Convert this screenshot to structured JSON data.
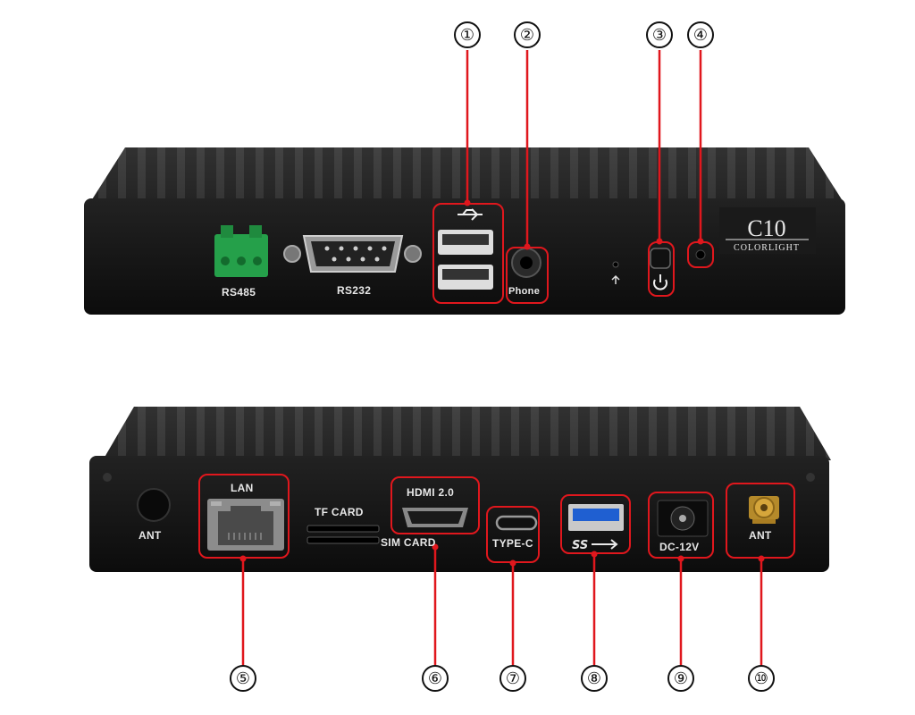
{
  "brand": {
    "model": "C10",
    "name": "COLORLIGHT"
  },
  "front_panel": {
    "labels": {
      "rs485": "RS485",
      "rs232": "RS232",
      "phone": "Phone"
    }
  },
  "back_panel": {
    "labels": {
      "ant_left": "ANT",
      "lan": "LAN",
      "tf_card": "TF CARD",
      "sim_card": "SIM CARD",
      "hdmi": "HDMI 2.0",
      "type_c": "TYPE-C",
      "dc": "DC-12V",
      "ant_right": "ANT"
    }
  },
  "callouts": [
    "①",
    "②",
    "③",
    "④",
    "⑤",
    "⑥",
    "⑦",
    "⑧",
    "⑨",
    "⑩"
  ],
  "colors": {
    "highlight": "#e0171d",
    "chassis": "#151515",
    "label": "#e8e8e8"
  }
}
